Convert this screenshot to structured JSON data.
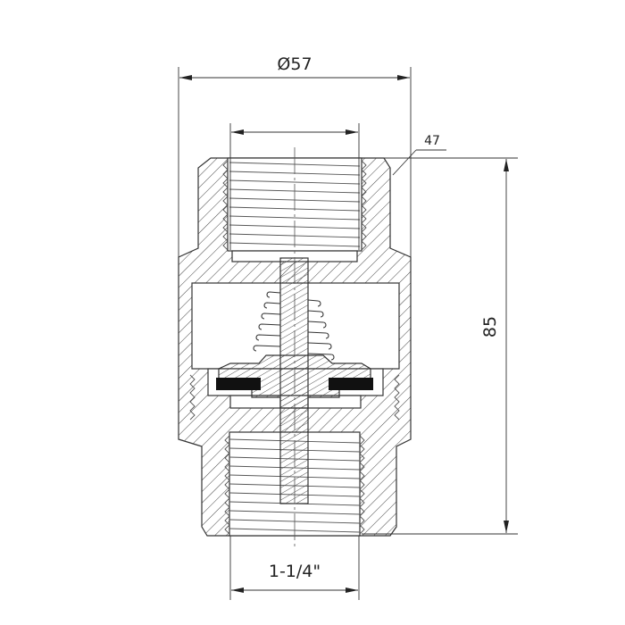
{
  "drawing": {
    "dimensions": {
      "outer_diameter": "Ø57",
      "wrench_size": "47",
      "length": "85",
      "thread_size": "1-1/4\""
    },
    "colors": {
      "line": "#333333",
      "seal": "#111111",
      "background": "#ffffff"
    }
  }
}
